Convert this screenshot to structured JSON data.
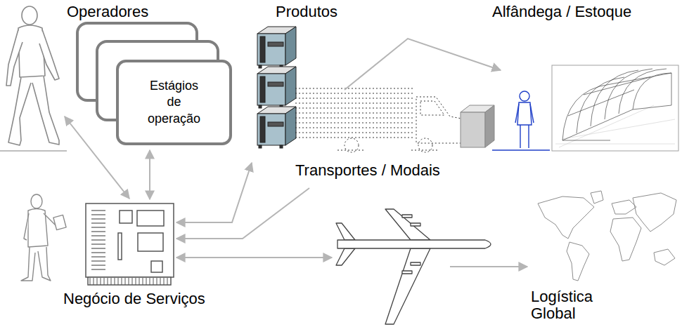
{
  "diagram": {
    "nodes": [
      {
        "text": [
          "Estágios de operação"
        ]
      }
    ],
    "labels": [
      "Operadores",
      "Produtos",
      "Alfândega / Estoque",
      "Transportes / Modais",
      "Negócio de Serviços",
      "Logística Global"
    ]
  }
}
